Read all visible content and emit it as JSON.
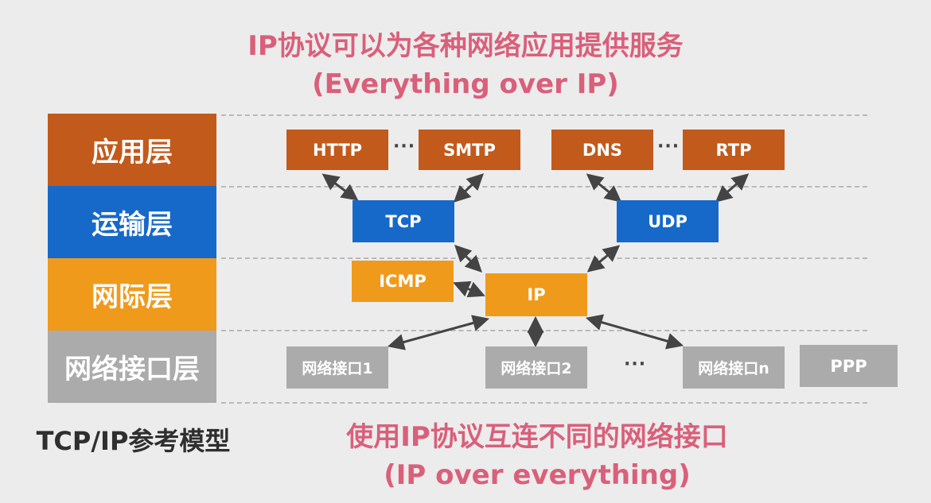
{
  "header": {
    "line1": "IP协议可以为各种网络应用提供服务",
    "line2": "(Everything over IP)"
  },
  "footer": {
    "line1": "使用IP协议互连不同的网络接口",
    "line2": "(IP over everything)"
  },
  "model_label": "TCP/IP参考模型",
  "layers": {
    "application": "应用层",
    "transport": "运输层",
    "internet": "网际层",
    "link": "网络接口层"
  },
  "protocols": {
    "http": "HTTP",
    "smtp": "SMTP",
    "dns": "DNS",
    "rtp": "RTP",
    "tcp": "TCP",
    "udp": "UDP",
    "icmp": "ICMP",
    "ip": "IP",
    "iface1": "网络接口1",
    "iface2": "网络接口2",
    "ifacen": "网络接口n",
    "ppp": "PPP"
  },
  "ellipsis": "···",
  "colors": {
    "title": "#d9607a",
    "application": "#c25a1b",
    "transport": "#1769c9",
    "internet": "#f09a1c",
    "link": "#ababab"
  }
}
